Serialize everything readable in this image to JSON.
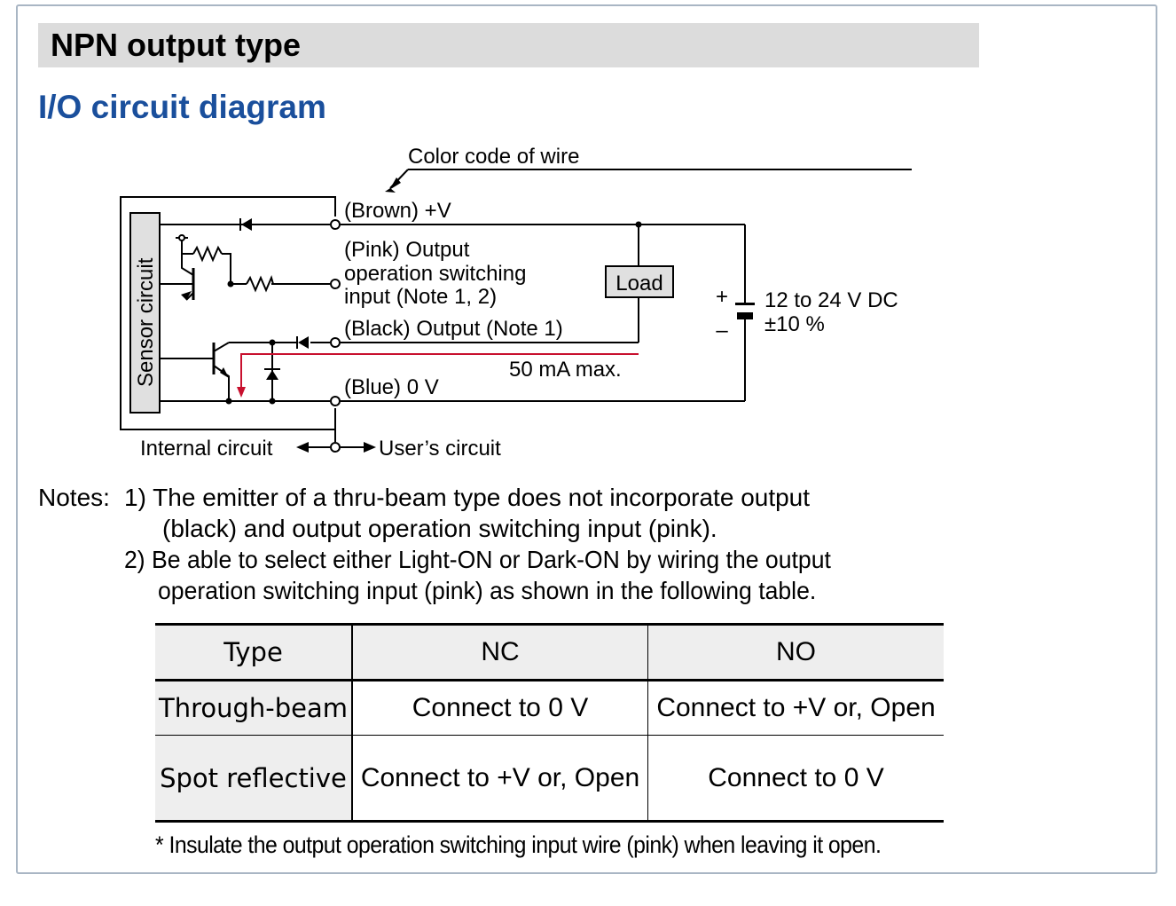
{
  "header": {
    "title": "NPN output type"
  },
  "section": {
    "title": "I/O circuit diagram"
  },
  "diagram": {
    "color_code_label": "Color code of wire",
    "sensor_circuit_label": "Sensor circuit",
    "wire_brown": "(Brown) +V",
    "wire_pink_line1": "(Pink) Output",
    "wire_pink_line2": "operation switching",
    "wire_pink_line3": "input (Note 1, 2)",
    "wire_black": "(Black) Output (Note 1)",
    "wire_blue": "(Blue) 0 V",
    "current_label": "50 mA max.",
    "load_label": "Load",
    "supply_line1": "12 to 24 V DC",
    "supply_line2": "±10 %",
    "plus_sign": "+",
    "minus_sign": "–",
    "internal_label": "Internal circuit",
    "user_label": "User’s circuit",
    "current_color": "#c8102e"
  },
  "notes": {
    "prefix": "Notes:",
    "n1_line1": "1) The emitter of a thru-beam type does not incorporate output",
    "n1_line2": "(black) and output operation switching input (pink).",
    "n2_line1": "2) Be able to select either Light-ON or Dark-ON by wiring the output",
    "n2_line2": "operation switching input (pink) as shown in the following table."
  },
  "table": {
    "headers": [
      "Type",
      "NC",
      "NO"
    ],
    "rows": [
      [
        "Through-beam",
        "Connect to 0 V",
        "Connect to +V or, Open"
      ],
      [
        "Spot reflective",
        "Connect to +V or, Open",
        "Connect to 0 V"
      ]
    ]
  },
  "footnote": "* Insulate the output operation switching input wire (pink) when leaving it open.",
  "colors": {
    "accent": "#1a4f9c",
    "header_bg": "#dcdcdc",
    "frame": "#a9b6c4"
  }
}
